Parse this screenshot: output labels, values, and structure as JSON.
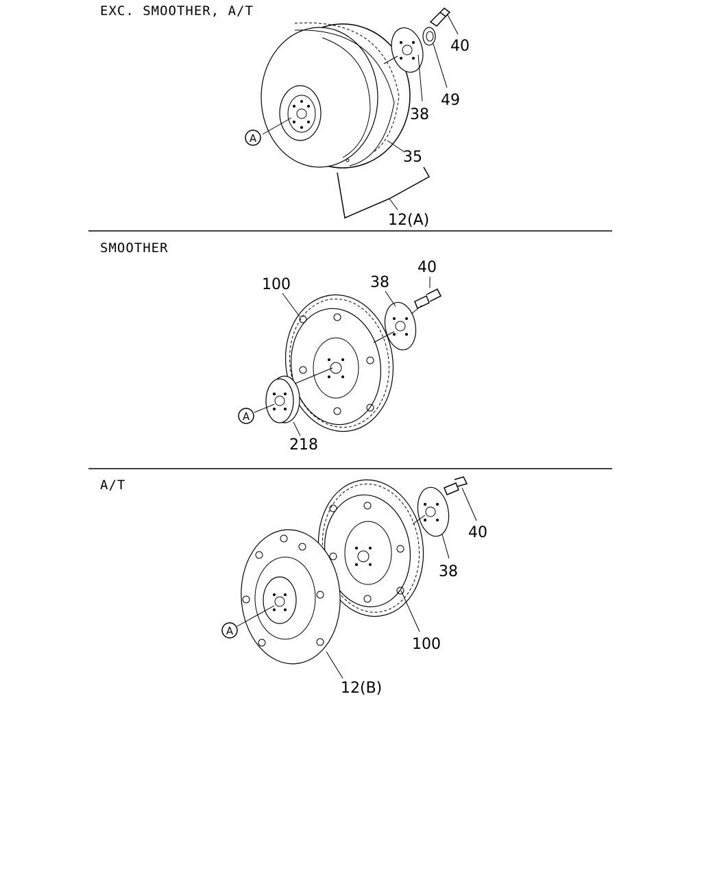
{
  "sections": [
    {
      "header": "EXC. SMOOTHER, A/T",
      "callouts": [
        "40",
        "49",
        "38",
        "35",
        "12(A)"
      ],
      "ref_marker": "A"
    },
    {
      "header": "SMOOTHER",
      "callouts": [
        "100",
        "38",
        "40",
        "218"
      ],
      "ref_marker": "A"
    },
    {
      "header": "A/T",
      "callouts": [
        "40",
        "38",
        "100",
        "12(B)"
      ],
      "ref_marker": "A"
    }
  ]
}
